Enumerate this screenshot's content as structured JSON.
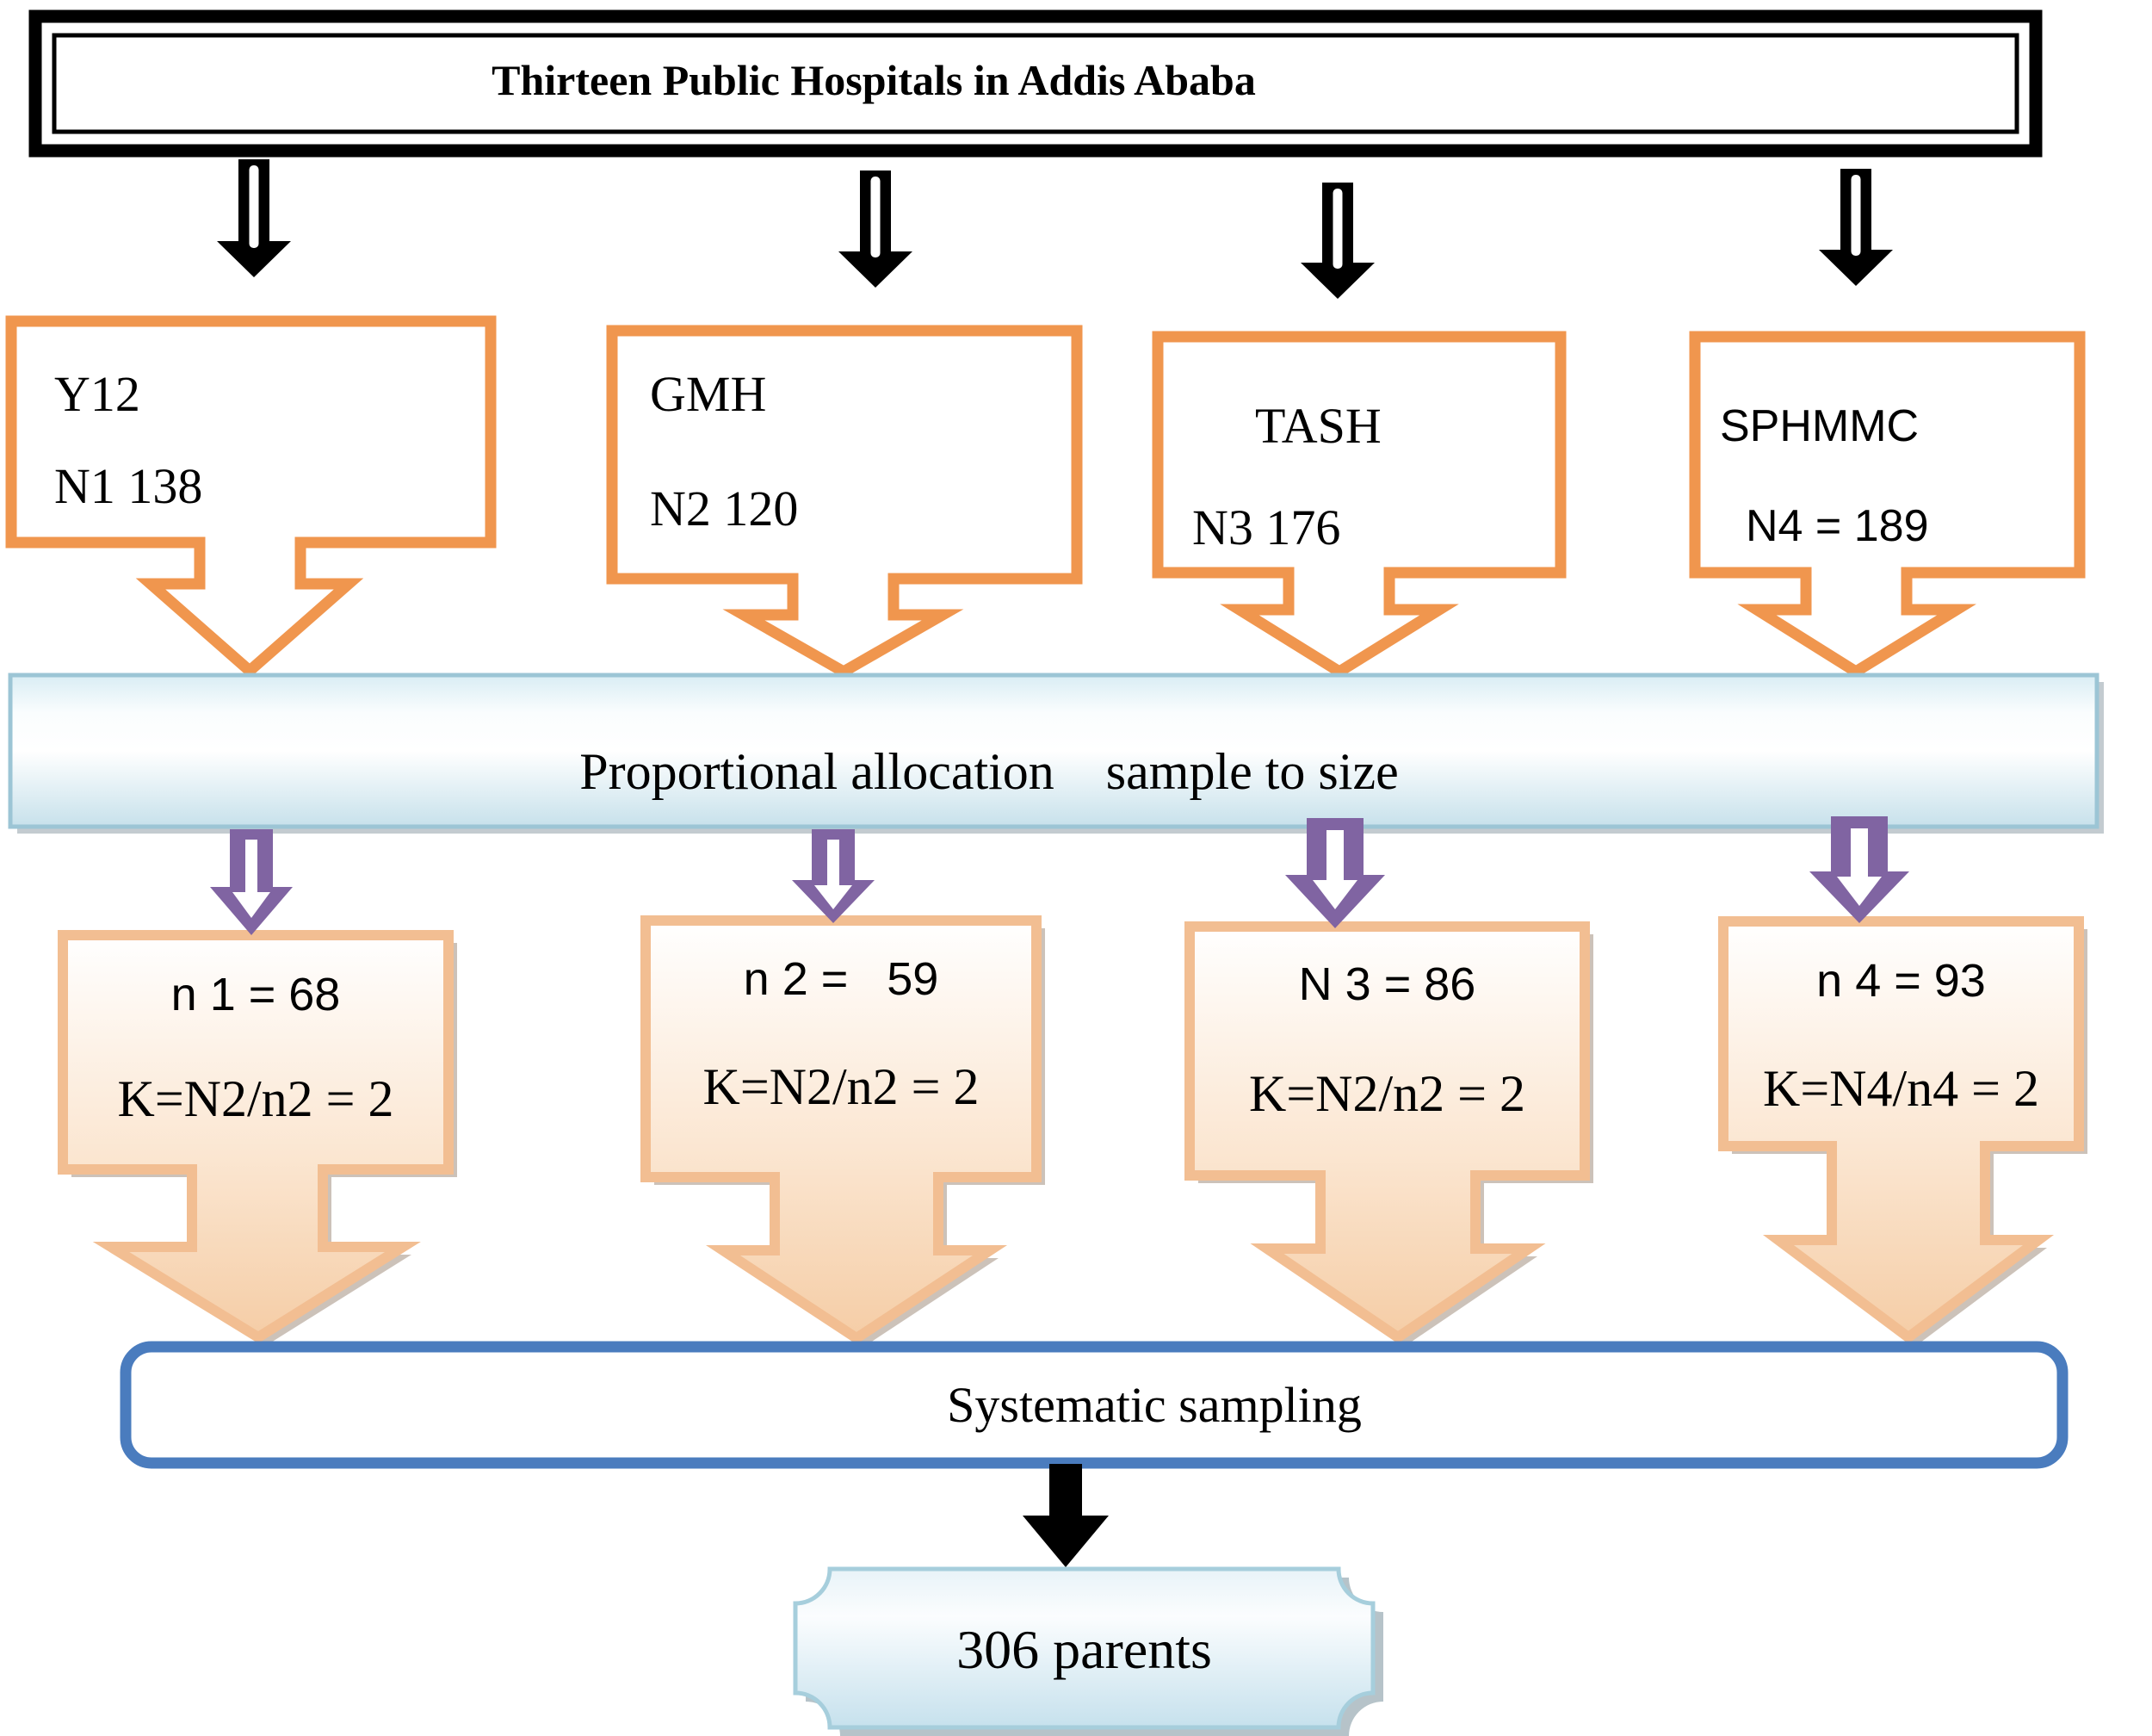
{
  "title": "Thirteen Public Hospitals in Addis Ababa",
  "hospitals": [
    {
      "name": "Y12",
      "count": "N1 138"
    },
    {
      "name": "GMH",
      "count": "N2 120"
    },
    {
      "name": "TASH",
      "count": "N3 176"
    },
    {
      "name": "SPHMMC",
      "count": "N4 = 189"
    }
  ],
  "banner": {
    "label": "Proportional allocation    sample to size"
  },
  "allocations": [
    {
      "sample": "n 1 = 68",
      "interval": "K=N2/n2 = 2"
    },
    {
      "sample": "n 2 =   59",
      "interval": "K=N2/n2 = 2"
    },
    {
      "sample": "N 3 = 86",
      "interval": "K=N2/n2 = 2"
    },
    {
      "sample": "n 4 = 93",
      "interval": "K=N4/n4 = 2"
    }
  ],
  "systematic": {
    "label": "Systematic sampling"
  },
  "result": {
    "label": "306 parents"
  },
  "colors": {
    "orange": "#F0964E",
    "peach_border": "#F2BE92",
    "purple": "#8064A2",
    "banner_border": "#9CC5D5",
    "blue_border": "#4A7CBE",
    "plaque_border": "#A6CEDC",
    "black": "#000000"
  }
}
